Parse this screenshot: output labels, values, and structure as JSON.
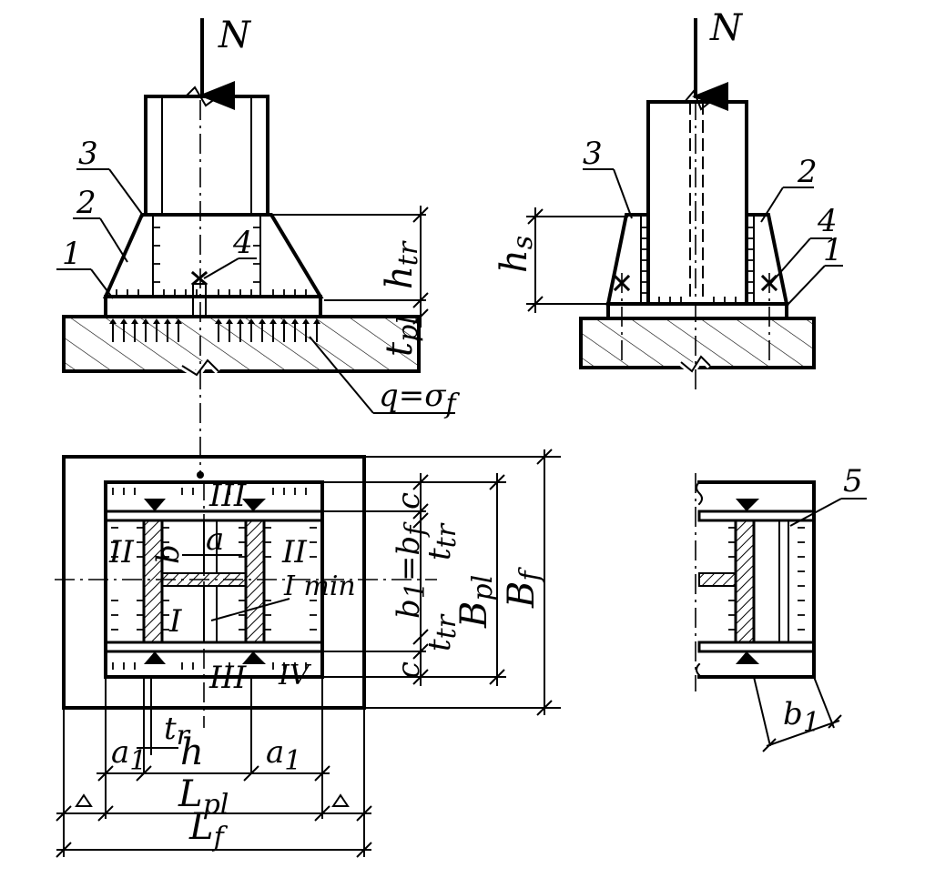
{
  "colors": {
    "ink": "#000000",
    "paper": "#ffffff"
  },
  "labels": {
    "load_front": "N",
    "load_side": "N",
    "part_1": "1",
    "part_2": "2",
    "part_3": "3",
    "part_4": "4",
    "part_5": "5",
    "h_tr": "h",
    "h_tr_sub": "tr",
    "t_pl": "t",
    "t_pl_sub": "pl",
    "h_s": "h",
    "h_s_sub": "s",
    "q": "q=σ",
    "q_sub": "f",
    "zone_III_top": "III",
    "zone_II_left": "II",
    "zone_II_right": "II",
    "zone_I": "I",
    "zone_I_min": "I min",
    "zone_IV": "IV",
    "zone_III_bottom": "III",
    "dim_a": "a",
    "dim_b": "b",
    "dim_c_top": "c",
    "dim_c_bottom": "c",
    "dim_b1": "b",
    "dim_b1_sub": "1",
    "dim_bf": "=b",
    "dim_bf_sub": "f",
    "dim_ttr_top": "t",
    "dim_ttr_top_sub": "tr",
    "dim_ttr_bottom": "t",
    "dim_ttr_bottom_sub": "tr",
    "dim_Bpl": "B",
    "dim_Bpl_sub": "pl",
    "dim_Bf": "B",
    "dim_Bf_sub": "f",
    "dim_tr": "t",
    "dim_tr_sub": "r",
    "dim_h": "h",
    "dim_a1_left": "a",
    "dim_a1_left_sub": "1",
    "dim_a1_right": "a",
    "dim_a1_right_sub": "1",
    "dim_Lpl": "L",
    "dim_Lpl_sub": "pl",
    "dim_Lf": "L",
    "dim_Lf_sub": "f",
    "dim_b1_side": "b",
    "dim_b1_side_sub": "1"
  }
}
